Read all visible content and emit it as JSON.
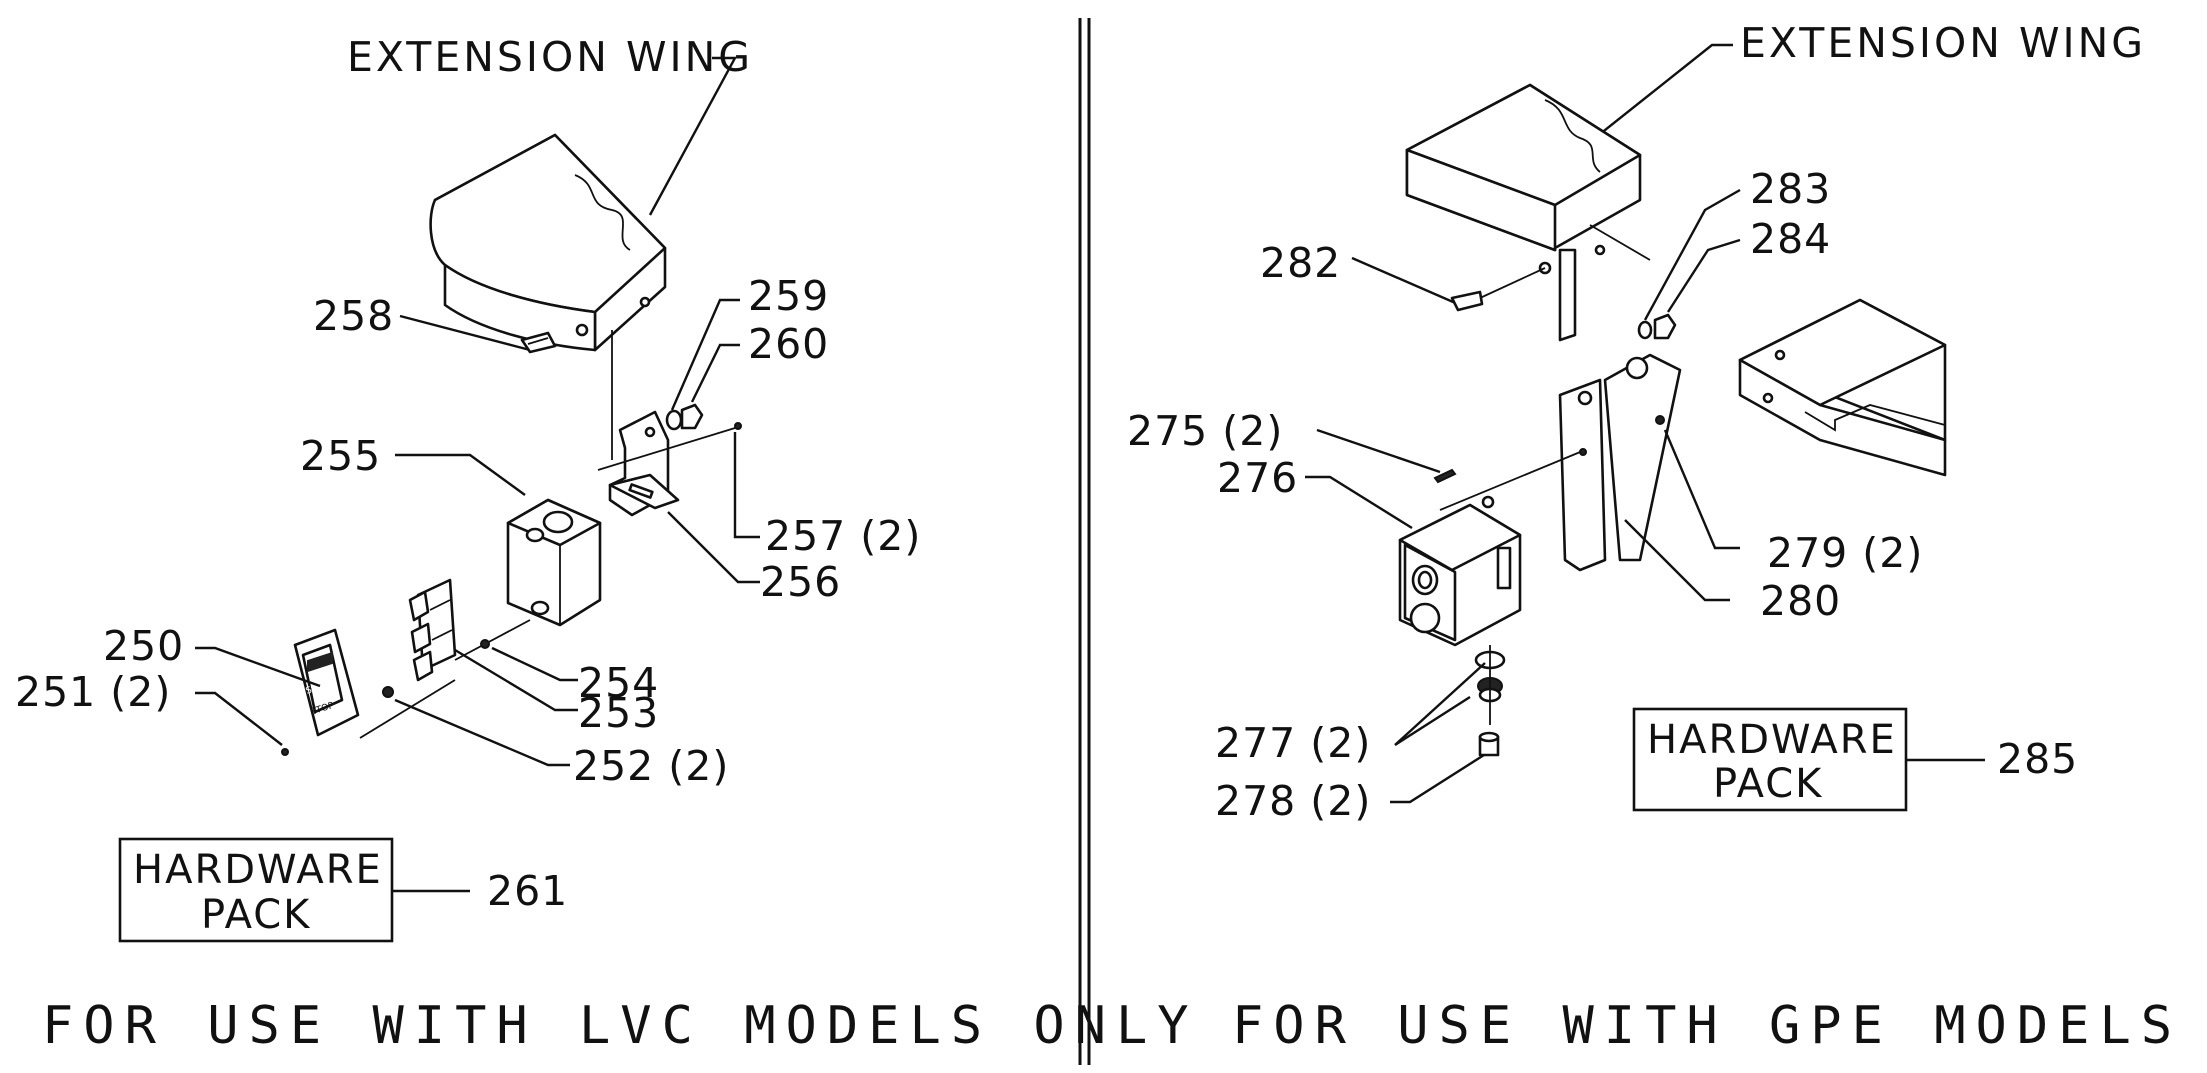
{
  "left_panel": {
    "title": "EXTENSION WING",
    "footer": "FOR USE WITH LVC MODELS ONLY",
    "hardware_box": {
      "line1": "HARDWARE",
      "line2": "PACK",
      "part_number": "261"
    },
    "callouts": {
      "p250": "250",
      "p251": "251 (2)",
      "p252": "252 (2)",
      "p253": "253",
      "p254": "254",
      "p255": "255",
      "p256": "256",
      "p257": "257 (2)",
      "p258": "258",
      "p259": "259",
      "p260": "260"
    },
    "switch_labels": {
      "start": "Start",
      "stop": "STOP"
    }
  },
  "right_panel": {
    "title": "EXTENSION WING",
    "footer": "FOR USE WITH GPE MODELS ONLY",
    "hardware_box": {
      "line1": "HARDWARE",
      "line2": "PACK",
      "part_number": "285"
    },
    "callouts": {
      "p275": "275 (2)",
      "p276": "276",
      "p277": "277 (2)",
      "p278": "278 (2)",
      "p279": "279 (2)",
      "p280": "280",
      "p282": "282",
      "p283": "283",
      "p284": "284"
    }
  }
}
